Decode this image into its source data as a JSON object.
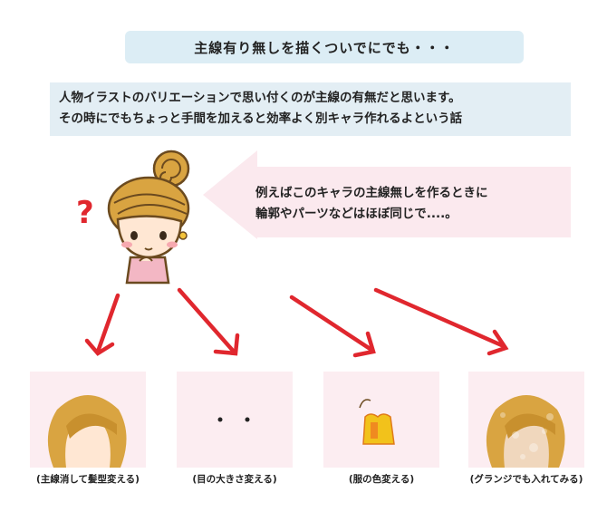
{
  "title": "主線有り無しを描くついでにでも・・・",
  "intro": {
    "line1": "人物イラストのバリエーションで思い付くのが主線の有無だと思います。",
    "line2": "その時にでもちょっと手間を加えると効率よく別キャラ作れるよという話"
  },
  "note": {
    "line1": "例えばこのキャラの主線無しを作るときに",
    "line2": "輪郭やパーツなどはほぼ同じで....。"
  },
  "question_mark": "?",
  "captions": [
    "(主線消して髪型変える)",
    "(目の大きさ変える)",
    "(服の色変える)",
    "(グランジでも入れてみる)"
  ],
  "colors": {
    "title_bg": "#dcedf5",
    "intro_bg": "#e3eef4",
    "note_bg": "#fbe9ee",
    "panel_bg": "#fcedf1",
    "arrow": "#e0272e",
    "hair": "#d9a441",
    "question": "#e0272e"
  }
}
